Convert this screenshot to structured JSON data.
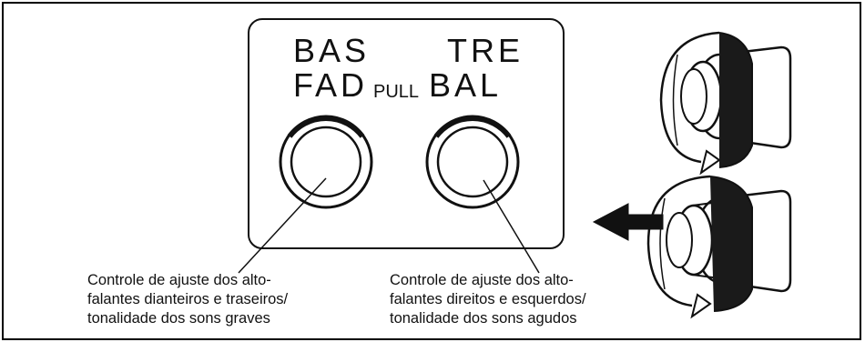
{
  "panel": {
    "bass_label": "BAS",
    "fader_label": "FAD",
    "pull_label": "PULL",
    "treble_label": "TRE",
    "balance_label": "BAL"
  },
  "captions": {
    "left": [
      "Controle de ajuste dos alto-",
      "falantes dianteiros e traseiros/",
      "tonalidade dos sons graves"
    ],
    "right": [
      "Controle de ajuste dos alto-",
      "falantes direitos e esquerdos/",
      "tonalidade dos sons agudos"
    ]
  },
  "icons": [
    "rotate-knob-icon",
    "pull-and-rotate-knob-icon",
    "pull-arrow-icon"
  ],
  "colors": {
    "ink": "#111111",
    "background": "#ffffff"
  }
}
